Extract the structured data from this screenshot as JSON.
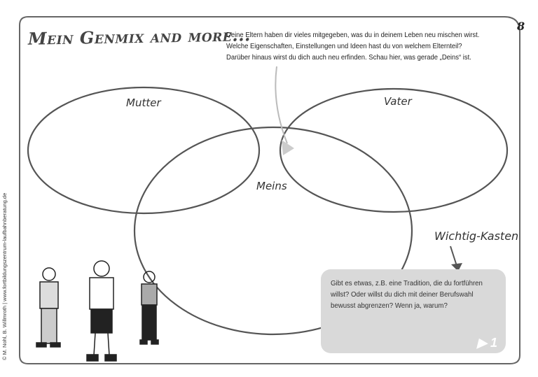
{
  "page": {
    "title": "Mein Genmix and more...",
    "page_number": "8",
    "intro_lines": [
      "Deine Eltern haben dir vieles mitgegeben, was du in deinem Leben neu mischen wirst.",
      "Welche Eigenschaften, Einstellungen und Ideen hast du von welchem Elternteil?",
      "Darüber hinaus wirst du dich auch neu erfinden. Schau hier, was gerade „Deins“ ist."
    ],
    "circles": {
      "mother": "Mutter",
      "father": "Vater",
      "mine": "Meins"
    },
    "important_box": {
      "label": "Wichtig-Kasten",
      "text": "Gibt es etwas, z.B. eine Tradition, die du fortführen willst? Oder willst du dich mit deiner Berufswahl bewusst abgrenzen? Wenn ja, warum?",
      "marker": "▶ 1"
    },
    "copyright": "© M. Nohl, B. Willmroth | www.fortbildungszentrum-laufbahnberatung.de",
    "colors": {
      "box": "#d9d9d9",
      "ink": "#333333"
    }
  }
}
